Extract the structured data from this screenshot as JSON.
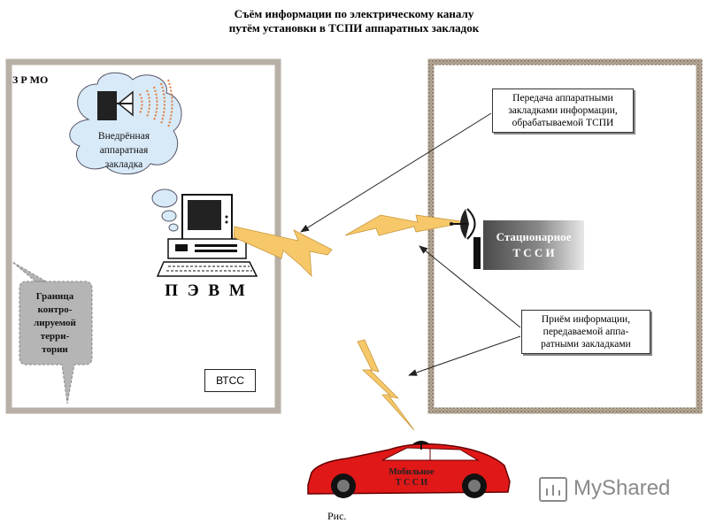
{
  "title": {
    "line1": "Съём информации по электрическому каналу",
    "line2": "путём установки в ТСПИ аппаратных закладок"
  },
  "zone_left": {
    "label": "З Р МО"
  },
  "cloud": {
    "line1": "Внедрённая",
    "line2": "аппаратная",
    "line3": "закладка"
  },
  "pc": {
    "label": "П Э В М"
  },
  "boundary": {
    "line1": "Граница",
    "line2": "контро-",
    "line3": "лируемой",
    "line4": "терри-",
    "line5": "тории"
  },
  "btss": {
    "label": "ВТСС"
  },
  "callout_top": {
    "line1": "Передача аппаратными",
    "line2": "закладками информации,",
    "line3": "обрабатываемой ТСПИ"
  },
  "callout_bottom": {
    "line1": "Приём информации,",
    "line2": "передаваемой аппа-",
    "line3": "ратными закладками"
  },
  "stationary": {
    "line1": "Стационарное",
    "line2": "Т С С И"
  },
  "mobile": {
    "line1": "Мобильное",
    "line2": "Т С С И"
  },
  "caption": "Рис.",
  "watermark": "MyShared",
  "colors": {
    "bolt": "#F6C86A",
    "car": "#E01818",
    "zone_border": "#9A8E80",
    "station_grad": "#555555"
  }
}
